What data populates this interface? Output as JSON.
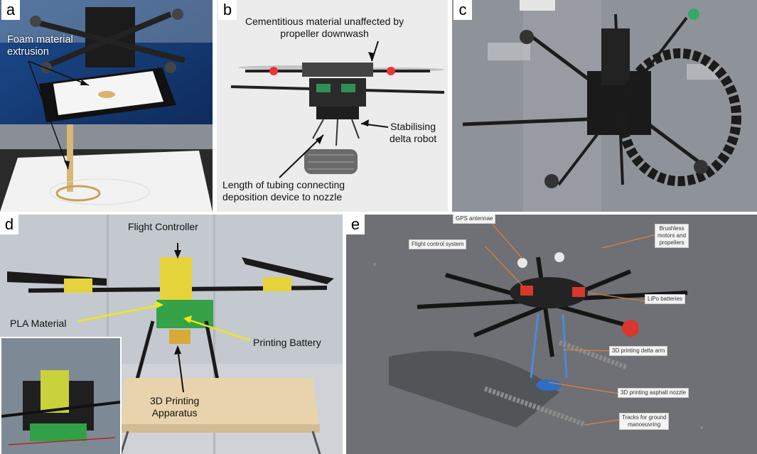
{
  "panels": {
    "a": {
      "tag": "a",
      "labels": {
        "foam_line1": "Foam material",
        "foam_line2": "extrusion"
      }
    },
    "b": {
      "tag": "b",
      "labels": {
        "cement_line1": "Cementitious material unaffected by",
        "cement_line2": "propeller downwash",
        "delta_line1": "Stabilising",
        "delta_line2": "delta robot",
        "tubing_line1": "Length of tubing connecting",
        "tubing_line2": "deposition device to nozzle"
      }
    },
    "c": {
      "tag": "c"
    },
    "d": {
      "tag": "d",
      "labels": {
        "flight_controller": "Flight Controller",
        "pla_material": "PLA Material",
        "printing_battery": "Printing Battery",
        "apparatus_line1": "3D Printing",
        "apparatus_line2": "Apparatus"
      }
    },
    "e": {
      "tag": "e",
      "labels": {
        "gps": "GPS antennae",
        "fcs": "Flight control system",
        "motors_line1": "Brushless",
        "motors_line2": "motors and",
        "motors_line3": "propellers",
        "lipo": "LiPo batteries",
        "delta_arm": "3D printing delta arm",
        "asphalt": "3D printing asphalt nozzle",
        "tracks_line1": "Tracks for ground",
        "tracks_line2": "manoeuvring"
      }
    }
  },
  "colors": {
    "arrow_black": "#111111",
    "arrow_yellow": "#f2e51a",
    "callout_line": "#e0823a"
  }
}
